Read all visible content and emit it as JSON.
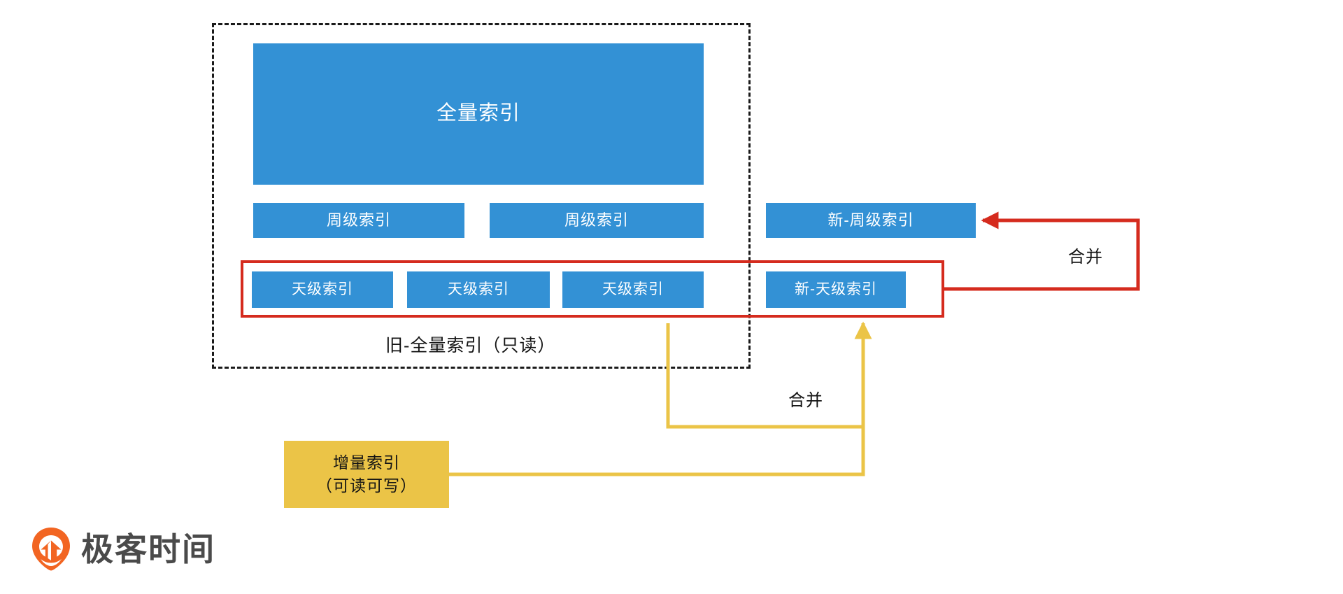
{
  "diagram": {
    "title_caption": "旧-全量索引（只读）",
    "old_container": {
      "name": "old-full-index-container",
      "caption": "旧-全量索引（只读）",
      "border_style": "dashed",
      "border_color": "#1a1a1a"
    },
    "full_index": {
      "label": "全量索引",
      "color": "#3391D5"
    },
    "week_row": {
      "old": [
        {
          "label": "周级索引"
        },
        {
          "label": "周级索引"
        }
      ],
      "new": {
        "label": "新-周级索引"
      }
    },
    "day_row": {
      "old": [
        {
          "label": "天级索引"
        },
        {
          "label": "天级索引"
        },
        {
          "label": "天级索引"
        }
      ],
      "new": {
        "label": "新-天级索引"
      },
      "highlight_color": "#D52B1E"
    },
    "incremental_index": {
      "line1": "增量索引",
      "line2": "（可读可写）",
      "color": "#EBC447"
    },
    "connectors": [
      {
        "name": "day-to-new-week-merge",
        "label": "合并",
        "color": "#D52B1E",
        "from": "天级索引行",
        "to": "新-周级索引"
      },
      {
        "name": "incremental-to-new-day-merge",
        "label": "合并",
        "color": "#EBC447",
        "from": "增量索引（可读可写）",
        "to": "新-天级索引"
      }
    ],
    "colors": {
      "blue": "#3391D5",
      "red": "#D52B1E",
      "yellow": "#EBC447",
      "orange": "#F26522",
      "text_dark": "#141414",
      "logo_gray": "#4a4a4a",
      "background": "#ffffff"
    }
  },
  "brand": {
    "name": "极客时间",
    "mark": "geektime-pin-icon"
  }
}
